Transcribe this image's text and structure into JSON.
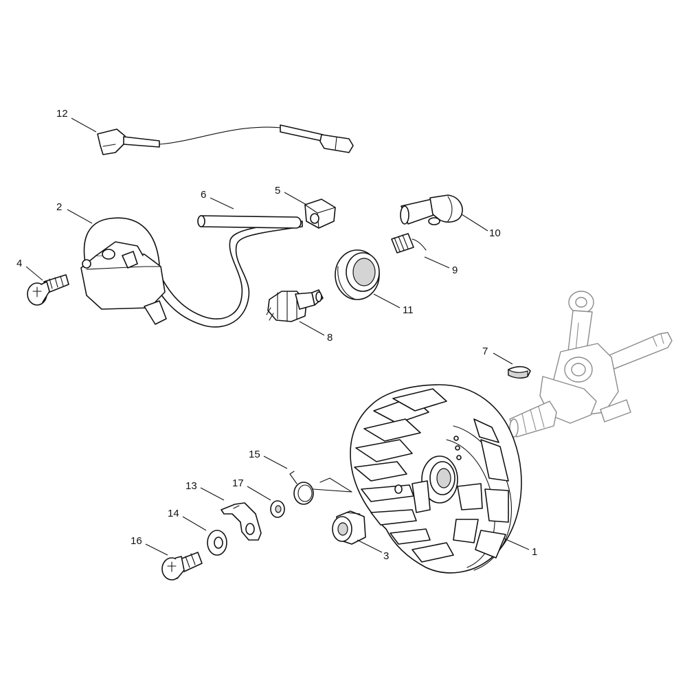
{
  "callouts": [
    {
      "id": "1",
      "label": "1"
    },
    {
      "id": "2",
      "label": "2"
    },
    {
      "id": "3",
      "label": "3"
    },
    {
      "id": "4",
      "label": "4"
    },
    {
      "id": "5",
      "label": "5"
    },
    {
      "id": "6",
      "label": "6"
    },
    {
      "id": "7",
      "label": "7"
    },
    {
      "id": "8",
      "label": "8"
    },
    {
      "id": "9",
      "label": "9"
    },
    {
      "id": "10",
      "label": "10"
    },
    {
      "id": "11",
      "label": "11"
    },
    {
      "id": "12",
      "label": "12"
    },
    {
      "id": "13",
      "label": "13"
    },
    {
      "id": "14",
      "label": "14"
    },
    {
      "id": "15",
      "label": "15"
    },
    {
      "id": "16",
      "label": "16"
    },
    {
      "id": "17",
      "label": "17"
    }
  ],
  "colors": {
    "line": "#111111",
    "ghost": "#8a8a8a",
    "background": "#ffffff"
  }
}
